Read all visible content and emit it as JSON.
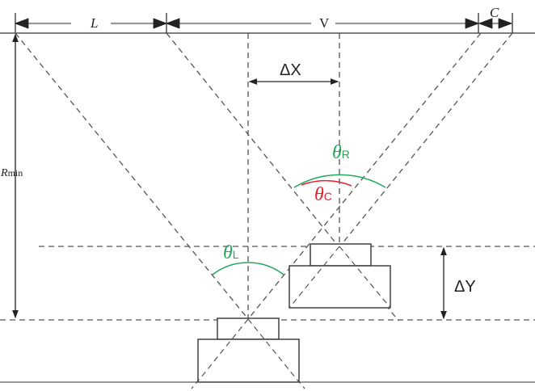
{
  "labels": {
    "L": "L",
    "V": "V",
    "C": "C",
    "delta_x": "ΔX",
    "delta_y": "ΔY",
    "r_min": "R",
    "r_min_sub": "min",
    "theta_r": "θ",
    "theta_r_sub": "R",
    "theta_c": "θ",
    "theta_c_sub": "C",
    "theta_l": "θ",
    "theta_l_sub": "L"
  },
  "colors": {
    "line": "#333333",
    "dash": "#555555",
    "green": "#22a85a",
    "red": "#e8202a"
  }
}
